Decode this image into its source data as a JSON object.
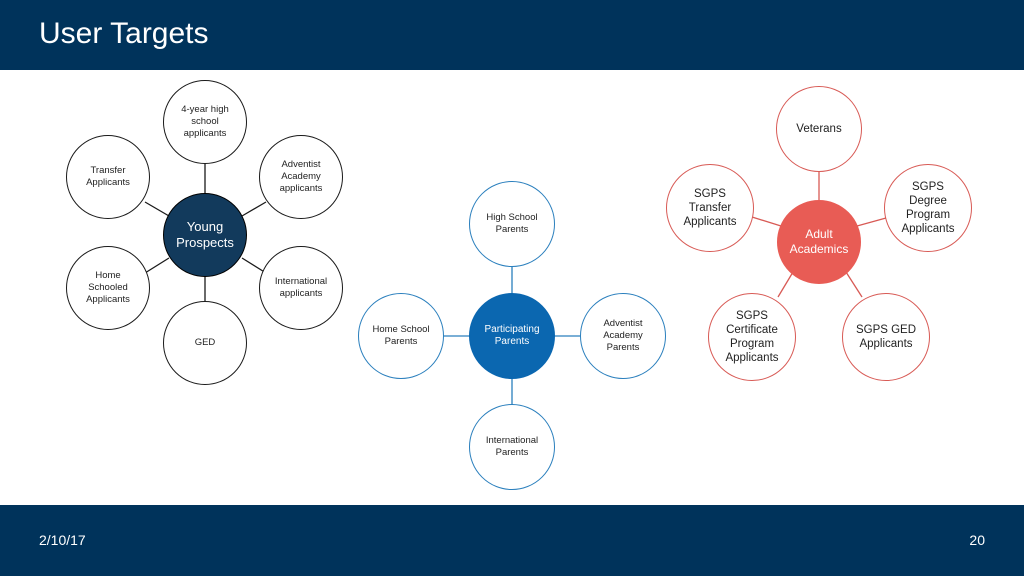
{
  "slide": {
    "title": "User Targets",
    "date": "2/10/17",
    "page_number": "20"
  },
  "colors": {
    "banner": "#00335b",
    "young_prospects_hub": "#123a5c",
    "participating_parents_hub": "#0b67b0",
    "participating_parents_border": "#2a7fbd",
    "adult_academics_hub": "#e85c55",
    "adult_academics_border": "#d85a55"
  },
  "diagrams": {
    "young_prospects": {
      "center": "Young\nProspects",
      "nodes": [
        "4-year high\nschool\napplicants",
        "Adventist\nAcademy\napplicants",
        "International\napplicants",
        "GED",
        "Home\nSchooled\nApplicants",
        "Transfer\nApplicants"
      ]
    },
    "participating_parents": {
      "center": "Participating\nParents",
      "nodes": [
        "High School\nParents",
        "Adventist\nAcademy\nParents",
        "International\nParents",
        "Home School\nParents"
      ]
    },
    "adult_academics": {
      "center": "Adult\nAcademics",
      "nodes": [
        "Veterans",
        "SGPS\nDegree\nProgram\nApplicants",
        "SGPS GED\nApplicants",
        "SGPS\nCertificate\nProgram\nApplicants",
        "SGPS\nTransfer\nApplicants"
      ]
    }
  }
}
